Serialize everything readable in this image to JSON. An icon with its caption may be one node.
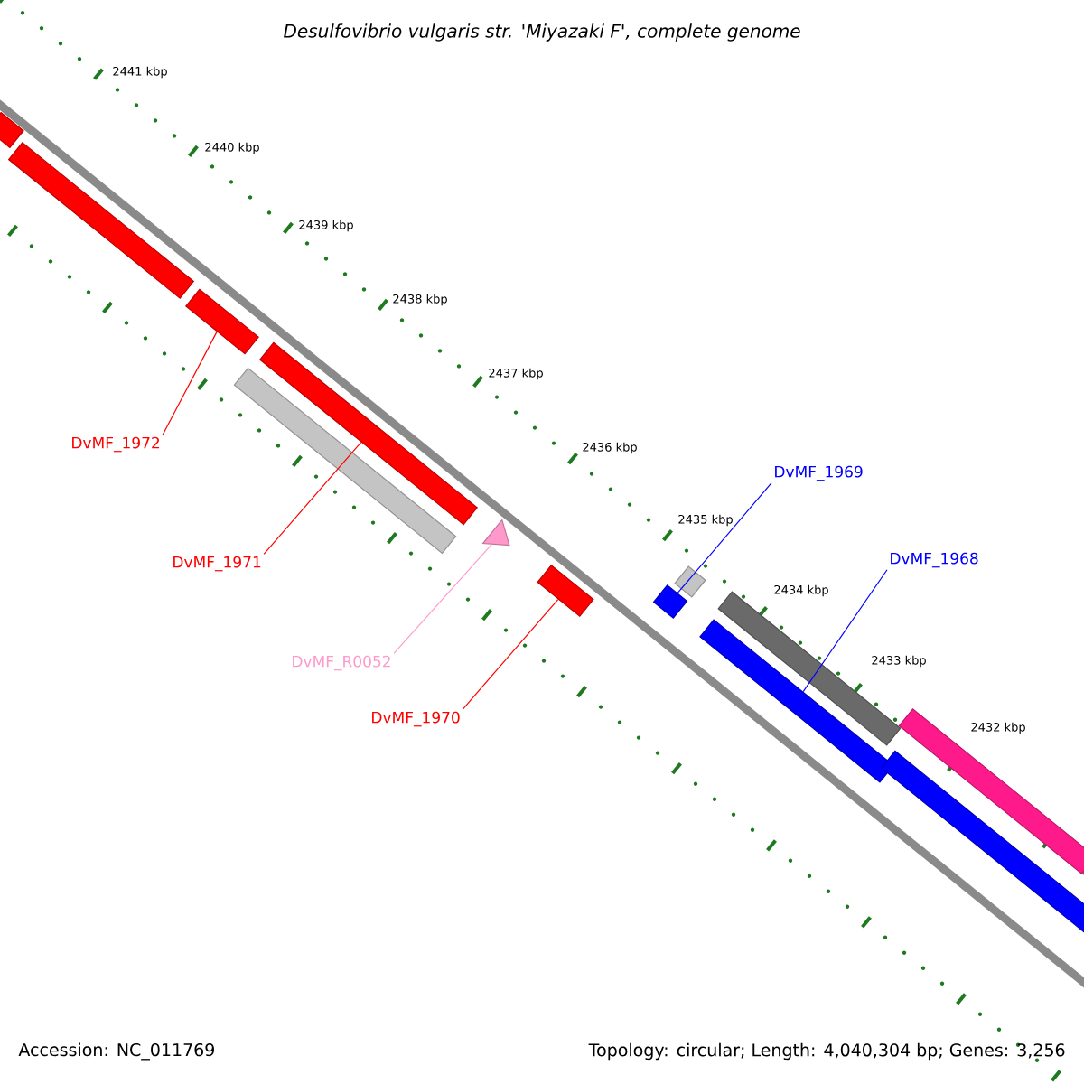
{
  "diagram": {
    "title": "Desulfovibrio vulgaris str. 'Miyazaki F', complete genome",
    "nodes": [
      {
        "text": [
          "DvMF_1972"
        ]
      },
      {
        "text": [
          "DvMF_1971"
        ]
      },
      {
        "text": [
          "DvMF_R0052"
        ]
      },
      {
        "text": [
          "DvMF_1970"
        ]
      },
      {
        "text": [
          "DvMF_1969"
        ]
      },
      {
        "text": [
          "DvMF_1968"
        ]
      },
      {
        "text": [],
        "shape": "bar"
      },
      {
        "text": [],
        "shape": "bar"
      },
      {
        "text": [],
        "shape": "triangle"
      },
      {
        "text": [],
        "shape": "bar"
      },
      {
        "text": [],
        "shape": "bar"
      },
      {
        "text": [],
        "shape": "bar"
      },
      {
        "text": [],
        "shape": "bar"
      },
      {
        "text": [],
        "shape": "bar"
      },
      {
        "text": [],
        "shape": "bar"
      },
      {
        "text": [],
        "shape": "bar"
      },
      {
        "text": [],
        "shape": "bar"
      },
      {
        "text": [],
        "shape": "bar"
      },
      {
        "text": [],
        "shape": "bar"
      }
    ],
    "edges": [
      {
        "from": 0,
        "to": 6,
        "arrow": "none"
      },
      {
        "from": 1,
        "to": 7,
        "arrow": "none"
      },
      {
        "from": 2,
        "to": 8,
        "arrow": "none",
        "color": "#ff99cc"
      },
      {
        "from": 3,
        "to": 9,
        "arrow": "none"
      },
      {
        "from": 4,
        "to": 10,
        "arrow": "none",
        "color": "#0000ff"
      },
      {
        "from": 5,
        "to": 11,
        "arrow": "none",
        "color": "#0000ff"
      }
    ],
    "labels": [
      "2441 kbp",
      "2440 kbp",
      "2439 kbp",
      "2438 kbp",
      "2437 kbp",
      "2436 kbp",
      "2435 kbp",
      "2434 kbp",
      "2433 kbp",
      "2432 kbp",
      "Accession: NC_011769",
      "Topology: circular; Length: 4,040,304 bp; Genes: 3,256"
    ]
  }
}
